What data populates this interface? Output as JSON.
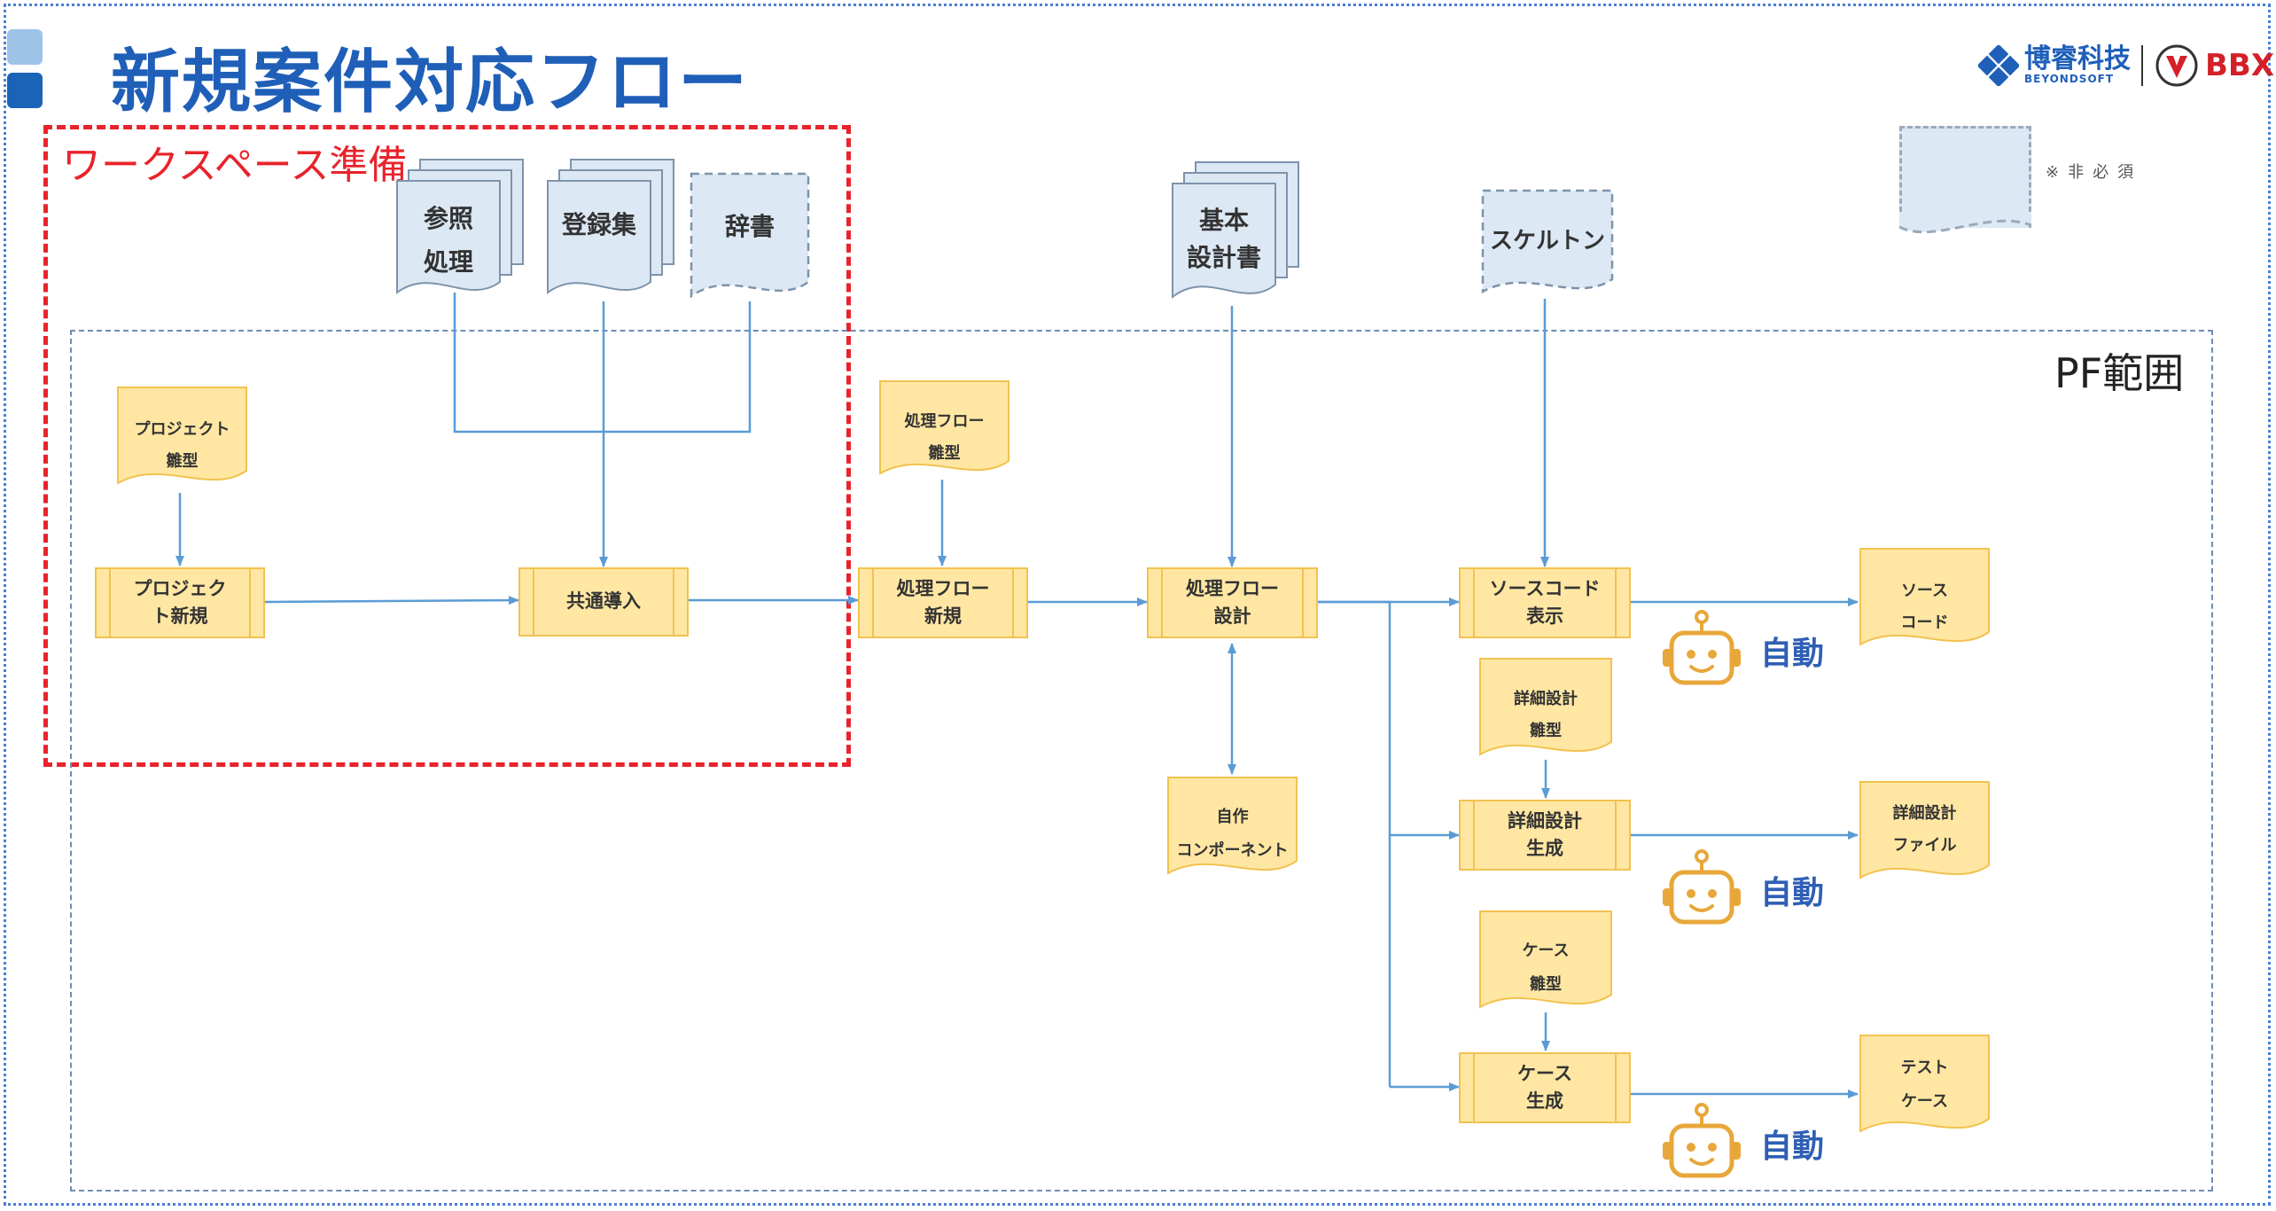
{
  "header": {
    "title": "新規案件対応フロー",
    "logo_cn": "博睿科技",
    "logo_en": "BEYONDSOFT",
    "logo_right": "BBX"
  },
  "legend": {
    "text": "※非必須"
  },
  "workspace": {
    "label": "ワークスペース準備"
  },
  "pf": {
    "label": "PF範囲"
  },
  "docs": {
    "sansho": "参照\n処理",
    "torokushu": "登録集",
    "jisho": "辞書",
    "kihon": "基本\n設計書",
    "skeleton": "スケルトン",
    "project_hinagata": "プロジェクト\n雛型",
    "flow_hinagata": "処理フロー\n雛型",
    "jisaku": "自作\nコンポーネント",
    "source_code": "ソース\nコード",
    "detail_hinagata": "詳細設計\n雛型",
    "detail_file": "詳細設計\nファイル",
    "case_hinagata": "ケース\n雛型",
    "test_case": "テスト\nケース"
  },
  "processes": {
    "project_new": "プロジェク\nト新規",
    "common_import": "共通導入",
    "flow_new": "処理フロー\n新規",
    "flow_design": "処理フロー\n設計",
    "source_display": "ソースコード\n表示",
    "detail_generate": "詳細設計\n生成",
    "case_generate": "ケース\n生成"
  },
  "auto": {
    "label": "自動"
  },
  "colors": {
    "title": "#1f5fb8",
    "workspace_border": "#e8232b",
    "process_fill": "#ffe7a3",
    "process_border": "#f2c24f",
    "doc_blue_fill": "#dce8f4",
    "doc_blue_border": "#7d93ab",
    "arrow": "#5b9bd5",
    "robot": "#e8a73a",
    "auto_text": "#2f5fb5"
  }
}
